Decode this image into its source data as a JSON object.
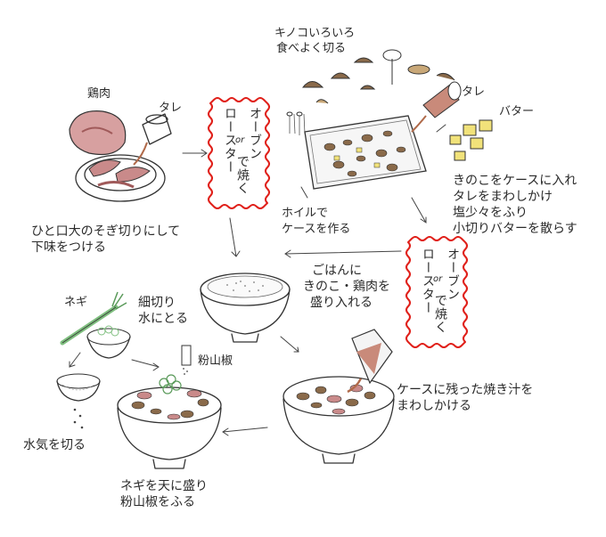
{
  "labels": {
    "chicken": "鶏肉",
    "sauce1": "タレ",
    "slice_line1": "ひと口大のそぎ切りにして",
    "slice_line2": "下味をつける",
    "mushroom_line1": "キノコいろいろ",
    "mushroom_line2": "食べよく切る",
    "sauce2": "タレ",
    "butter": "バター",
    "case_step_line1": "きのこをケースに入れ",
    "case_step_line2": "タレをまわしかけ",
    "case_step_line3": "塩少々をふり",
    "case_step_line4": "小切りバターを散らす",
    "foil_line1": "ホイルで",
    "foil_line2": "ケースを作る",
    "rice_line1": "ごはんに",
    "rice_line2": "きのこ・鶏肉を",
    "rice_line3": "盛り入れる",
    "negi": "ネギ",
    "negi_cut_line1": "細切り",
    "negi_cut_line2": "水にとる",
    "sansho": "粉山椒",
    "drain": "水気を切る",
    "juice_line1": "ケースに残った焼き汁を",
    "juice_line2": "まわしかける",
    "finish_line1": "ネギを天に盛り",
    "finish_line2": "粉山椒をふる"
  },
  "roast_box_1": {
    "oven": "オーブン",
    "or": "or",
    "toaster": "ロースター",
    "action": "で焼く"
  },
  "roast_box_2": {
    "oven": "オーブン",
    "or": "or",
    "toaster": "ロースター",
    "action": "で焼く"
  },
  "colors": {
    "ink": "#333333",
    "wavy_border": "#e0201a",
    "meat": "#c98a8a",
    "mushroom": "#8a6a4a",
    "butter": "#f1e27a",
    "negi": "#7fbf7f"
  }
}
